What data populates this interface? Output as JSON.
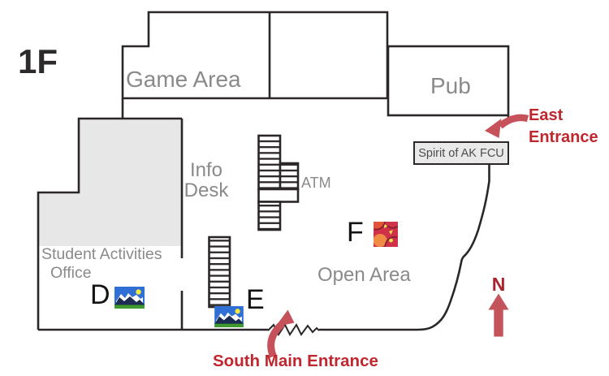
{
  "map": {
    "floor_label": "1F",
    "rooms": {
      "game_area": "Game Area",
      "pub": "Pub",
      "info_desk_line1": "Info",
      "info_desk_line2": "Desk",
      "atm": "ATM",
      "student_activities_line1": "Student Activities",
      "student_activities_line2": "Office",
      "open_area": "Open Area",
      "credit_union": "Spirit of AK FCU"
    },
    "entrances": {
      "east_line1": "East",
      "east_line2": "Entrance",
      "south": "South Main Entrance"
    },
    "compass_north": "N",
    "markers": [
      {
        "label": "D",
        "icon": "landscape-photo-icon"
      },
      {
        "label": "E",
        "icon": "landscape-photo-icon"
      },
      {
        "label": "F",
        "icon": "abstract-art-icon"
      }
    ],
    "colors": {
      "wall": "#2b2627",
      "room_fill": "#e7e7e7",
      "room_label": "#8a8a8a",
      "entrance_text": "#c0262e",
      "arrow": "#c5525a",
      "north_letter": "#a8232c",
      "floor_label": "#2d2a2b",
      "marker_letter": "#141414"
    }
  }
}
